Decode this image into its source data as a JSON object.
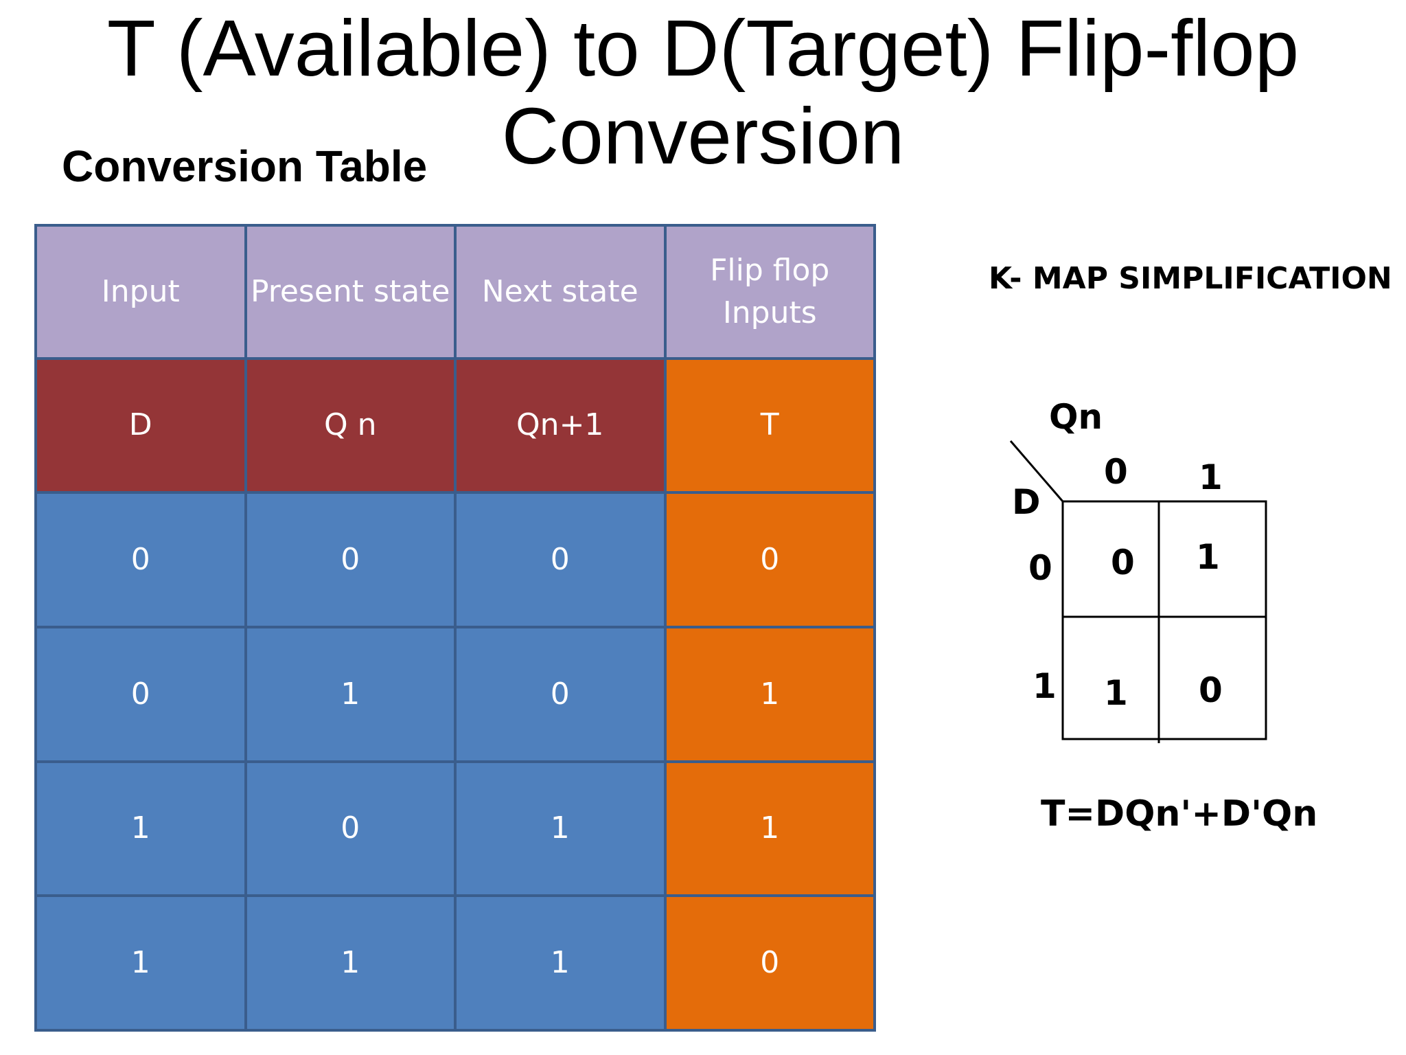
{
  "slide": {
    "title_line1": "T (Available) to D(Target) Flip-flop",
    "title_line2": "Conversion",
    "subtitle": "Conversion Table"
  },
  "table": {
    "headers": [
      "Input",
      "Present state",
      "Next state",
      "Flip flop Inputs"
    ],
    "symbols": [
      "D",
      "Q n",
      "Qn+1",
      "T"
    ],
    "rows": [
      [
        "0",
        "0",
        "0",
        "0"
      ],
      [
        "0",
        "1",
        "0",
        "1"
      ],
      [
        "1",
        "0",
        "1",
        "1"
      ],
      [
        "1",
        "1",
        "1",
        "0"
      ]
    ],
    "colors": {
      "header": "#b0a3c9",
      "symbol_row": "#943537",
      "data": "#4f80bd",
      "flipflop_column": "#e46c0a",
      "border": "#3a5d8c"
    }
  },
  "kmap": {
    "heading": "K- MAP SIMPLIFICATION",
    "col_var": "Qn",
    "row_var": "D",
    "col_labels": [
      "0",
      "1"
    ],
    "row_labels": [
      "0",
      "1"
    ],
    "cells": [
      [
        "0",
        "1"
      ],
      [
        "1",
        "0"
      ]
    ],
    "equation": "T=DQn'+D'Qn"
  }
}
